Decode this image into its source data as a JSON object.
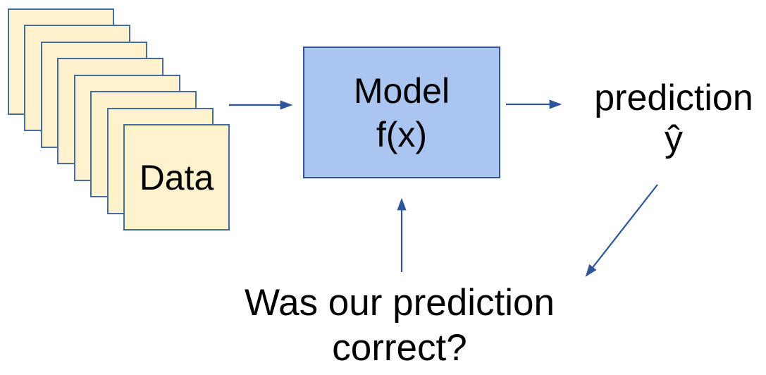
{
  "diagram": {
    "title_hint": "machine learning prediction loop",
    "data_stack": {
      "card_count": 8,
      "label": "Data"
    },
    "model_box": {
      "line1": "Model",
      "line2": "f(x)"
    },
    "prediction": {
      "line1": "prediction",
      "line2": "ŷ"
    },
    "feedback": {
      "line1": "Was our prediction",
      "line2": "correct?"
    },
    "arrows": [
      {
        "name": "data-to-model",
        "direction": "right"
      },
      {
        "name": "model-to-prediction",
        "direction": "right"
      },
      {
        "name": "prediction-to-feedback",
        "direction": "down-left"
      },
      {
        "name": "feedback-to-model",
        "direction": "up"
      }
    ]
  },
  "colors": {
    "background": "#FFFFFF",
    "card_fill": "#FFF2CC",
    "card_border": "#466B9D",
    "model_fill": "#A9C5F0",
    "model_border": "#2E5597",
    "arrow": "#2E5597",
    "text": "#000000"
  }
}
